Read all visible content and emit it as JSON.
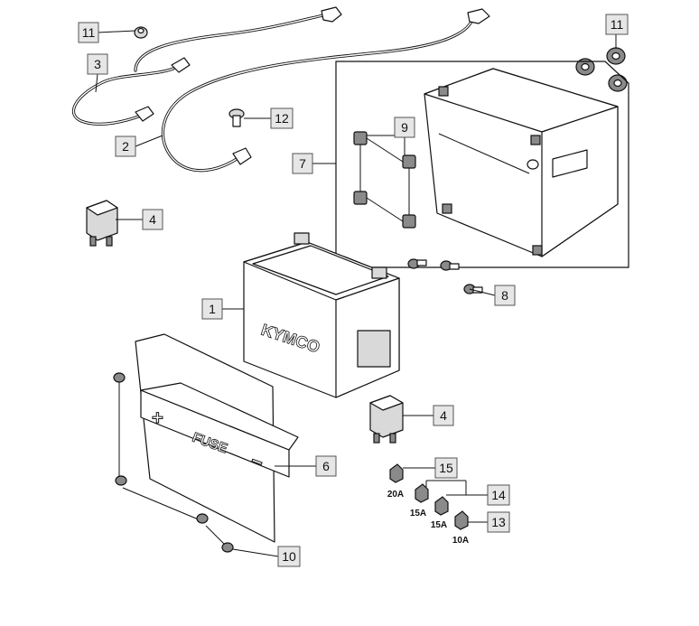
{
  "labels": {
    "l11a": "11",
    "l3": "3",
    "l2": "2",
    "l12": "12",
    "l11b": "11",
    "l9": "9",
    "l7": "7",
    "l4a": "4",
    "l1": "1",
    "l8": "8",
    "l4b": "4",
    "l6": "6",
    "l15": "15",
    "l14": "14",
    "l13": "13",
    "l10": "10"
  },
  "fuse_ratings": {
    "f20": "20A",
    "f15a": "15A",
    "f15b": "15A",
    "f10": "10A"
  },
  "markings": {
    "battery_brand": "KYMCO",
    "holder_text": "FUSE",
    "plus_sign": "+",
    "minus_sign": "−"
  }
}
